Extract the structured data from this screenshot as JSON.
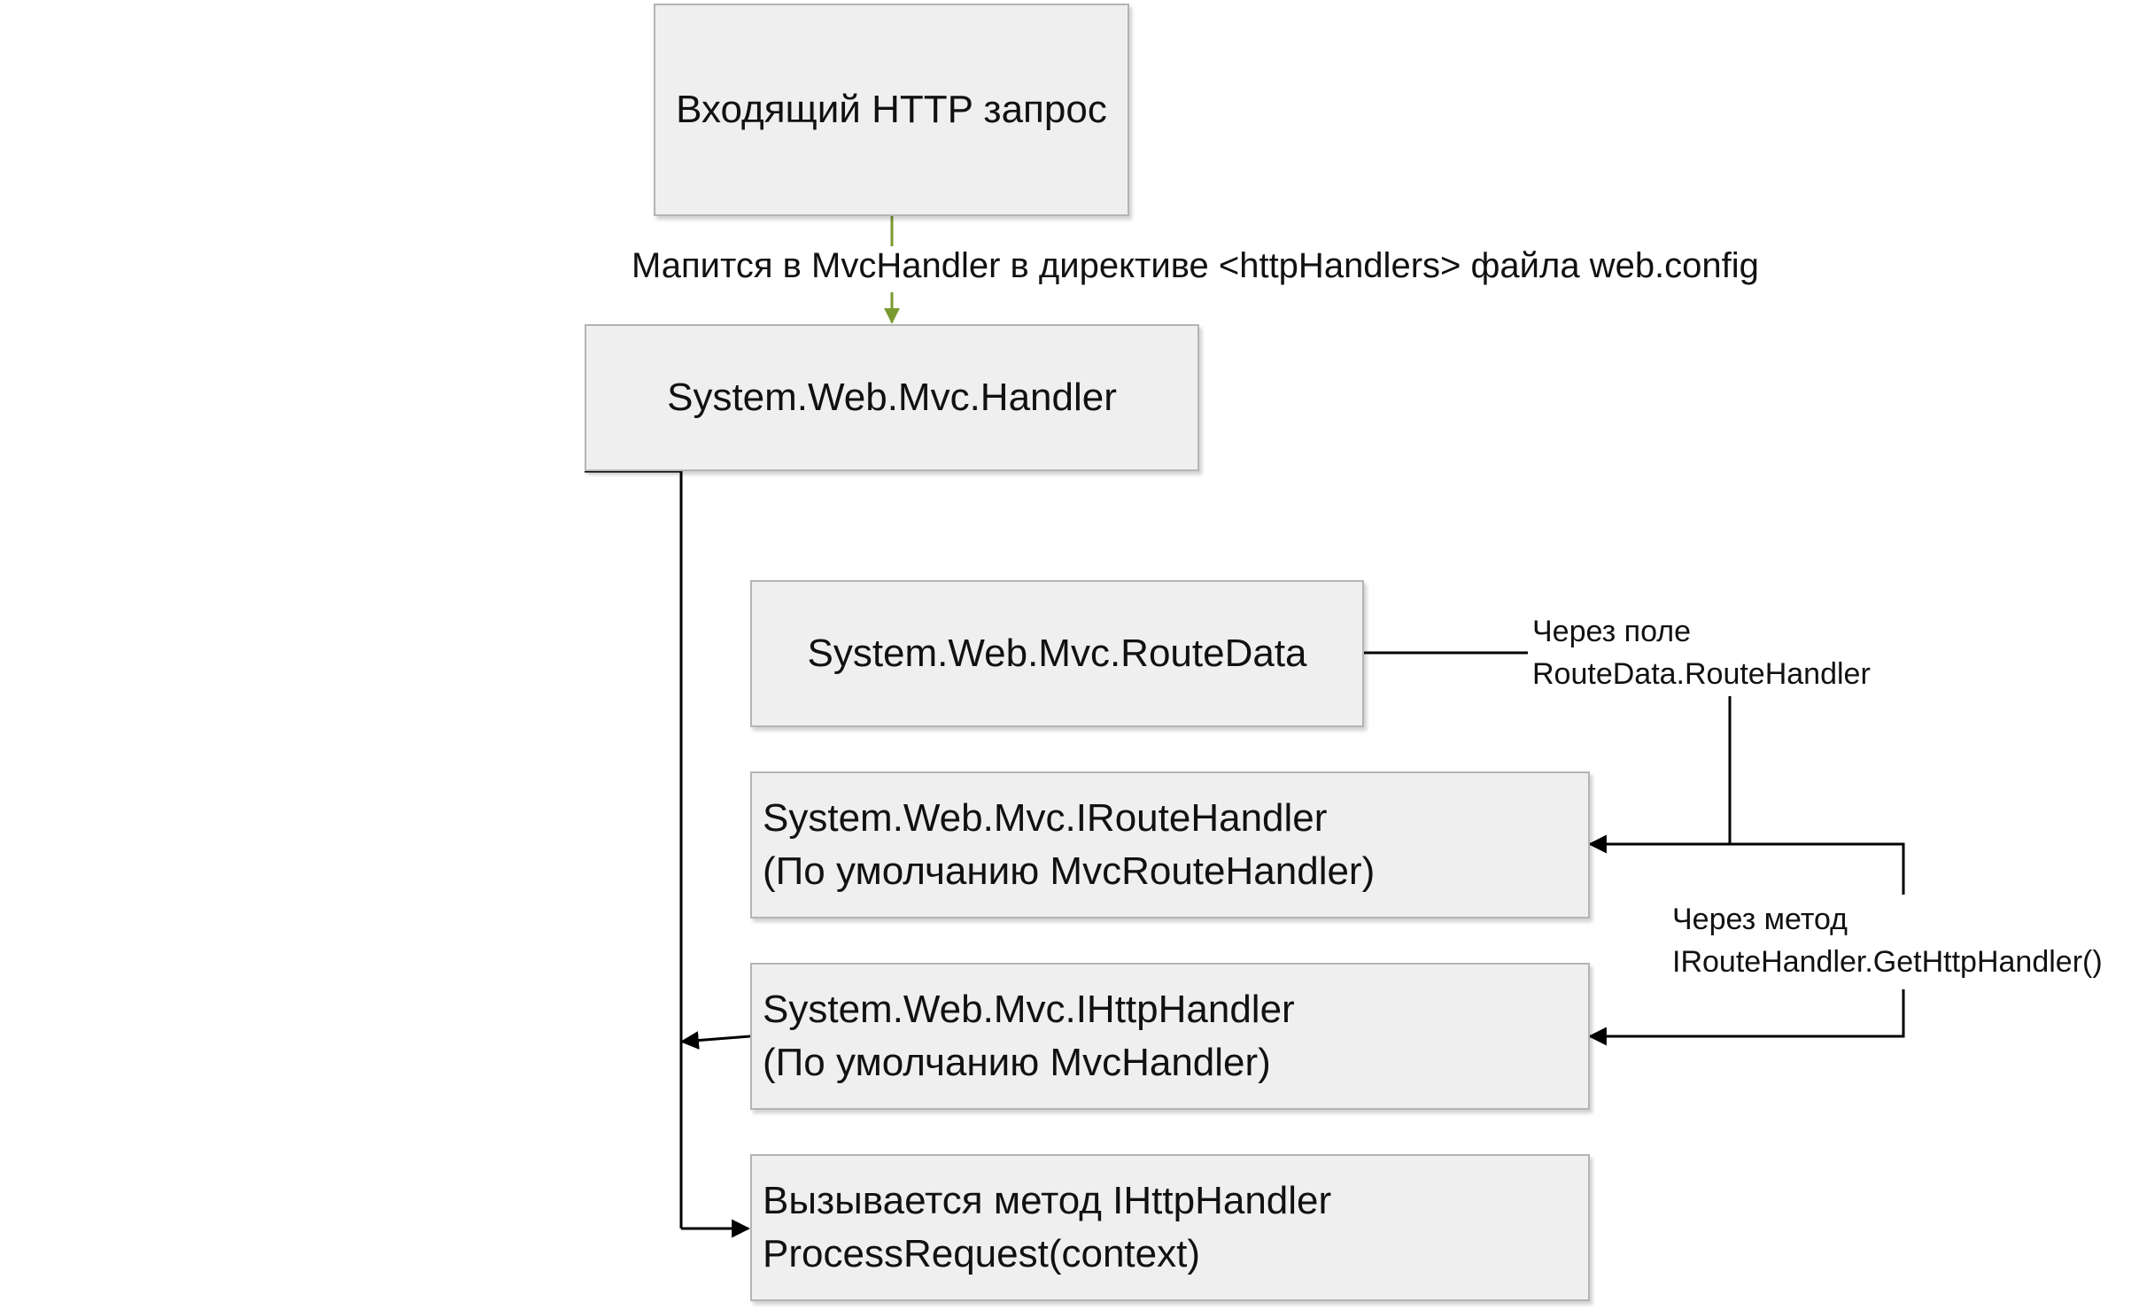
{
  "diagram": {
    "nodes": {
      "incoming_request": {
        "lines": [
          "Входящий HTTP запрос"
        ]
      },
      "mvc_handler": {
        "lines": [
          "System.Web.Mvc.Handler"
        ]
      },
      "route_data": {
        "lines": [
          "System.Web.Mvc.RouteData"
        ]
      },
      "iroute_handler": {
        "lines": [
          "System.Web.Mvc.IRouteHandler",
          "(По умолчанию MvcRouteHandler)"
        ]
      },
      "ihttp_handler": {
        "lines": [
          "System.Web.Mvc.IHttpHandler",
          "(По умолчанию MvcHandler)"
        ]
      },
      "process_request": {
        "lines": [
          "Вызывается метод IHttpHandler",
          "ProcessRequest(context)"
        ]
      }
    },
    "edge_labels": {
      "maps_to": "Мапится в MvcHandler в директиве <httpHandlers> файла web.config",
      "via_field": [
        "Через поле",
        "RouteData.RouteHandler"
      ],
      "via_method": [
        "Через метод",
        "IRouteHandler.GetHttpHandler()"
      ]
    },
    "colors": {
      "box_fill": "#efefef",
      "box_border": "#b4b4b4",
      "connector": "#000000",
      "accent_arrow": "#7a9a2e"
    }
  }
}
